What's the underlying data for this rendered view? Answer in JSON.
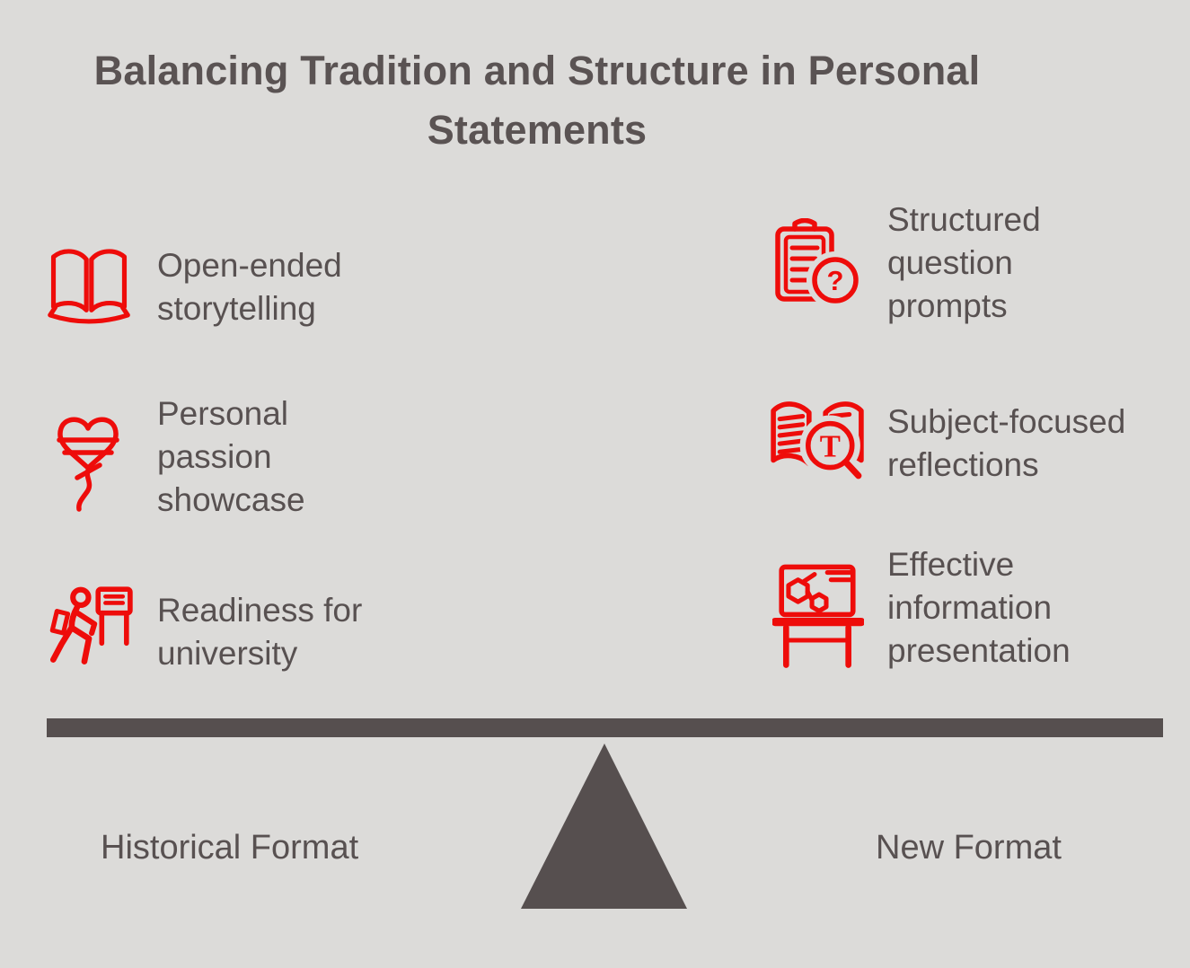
{
  "title": "Balancing Tradition and Structure in Personal Statements",
  "left_side": {
    "label": "Historical Format",
    "items": [
      {
        "icon": "open-book-icon",
        "label": "Open-ended storytelling",
        "lines": [
          "Open-ended",
          "storytelling"
        ]
      },
      {
        "icon": "heart-balloon-icon",
        "label": "Personal passion showcase",
        "lines": [
          "Personal",
          "passion",
          "showcase"
        ]
      },
      {
        "icon": "walking-person-sign-icon",
        "label": "Readiness for university",
        "lines": [
          "Readiness for",
          "university"
        ]
      }
    ]
  },
  "right_side": {
    "label": "New Format",
    "items": [
      {
        "icon": "clipboard-question-icon",
        "label": "Structured question prompts",
        "lines": [
          "Structured",
          "question",
          "prompts"
        ]
      },
      {
        "icon": "book-magnifier-icon",
        "label": "Subject-focused reflections",
        "lines": [
          "Subject-focused",
          "reflections"
        ]
      },
      {
        "icon": "presentation-board-icon",
        "label": "Effective information presentation",
        "lines": [
          "Effective",
          "information",
          "presentation"
        ]
      }
    ]
  },
  "glyphs": {
    "question_mark": "?",
    "letter_t": "T"
  },
  "colors": {
    "background": "#dcdbd9",
    "icon_red": "#ee0c0a",
    "text_gray": "#585151",
    "beam_dark": "#564f4f"
  }
}
